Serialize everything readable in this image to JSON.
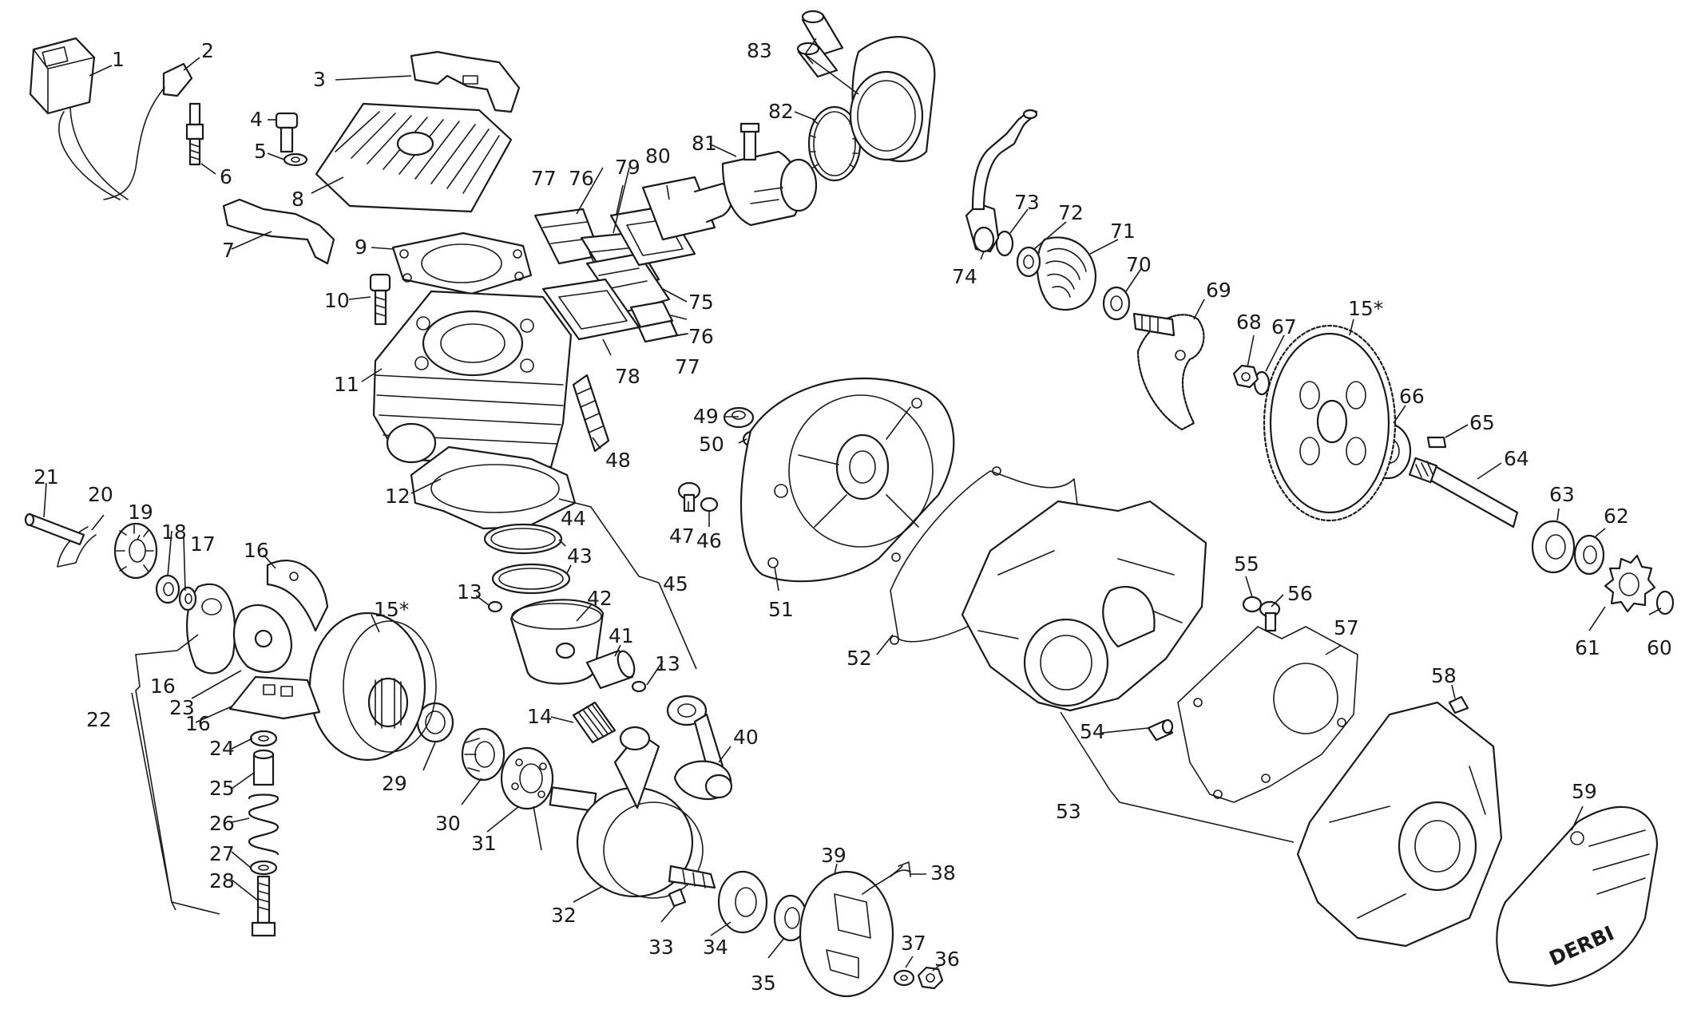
{
  "diagram": {
    "labels": [
      "1",
      "2",
      "3",
      "4",
      "5",
      "6",
      "7",
      "8",
      "9",
      "10",
      "11",
      "12",
      "13",
      "13",
      "14",
      "15*",
      "15*",
      "16",
      "16",
      "16",
      "17",
      "18",
      "19",
      "20",
      "21",
      "22",
      "23",
      "24",
      "25",
      "26",
      "27",
      "28",
      "29",
      "30",
      "31",
      "32",
      "33",
      "34",
      "35",
      "36",
      "37",
      "38",
      "39",
      "40",
      "41",
      "42",
      "43",
      "44",
      "45",
      "46",
      "47",
      "48",
      "49",
      "50",
      "51",
      "52",
      "53",
      "54",
      "55",
      "56",
      "57",
      "58",
      "59",
      "60",
      "61",
      "62",
      "63",
      "64",
      "65",
      "66",
      "67",
      "68",
      "69",
      "70",
      "71",
      "72",
      "73",
      "74",
      "75",
      "76",
      "76",
      "77",
      "77",
      "78",
      "79",
      "80",
      "81",
      "82",
      "83"
    ],
    "brand_mark": "DERBI"
  }
}
